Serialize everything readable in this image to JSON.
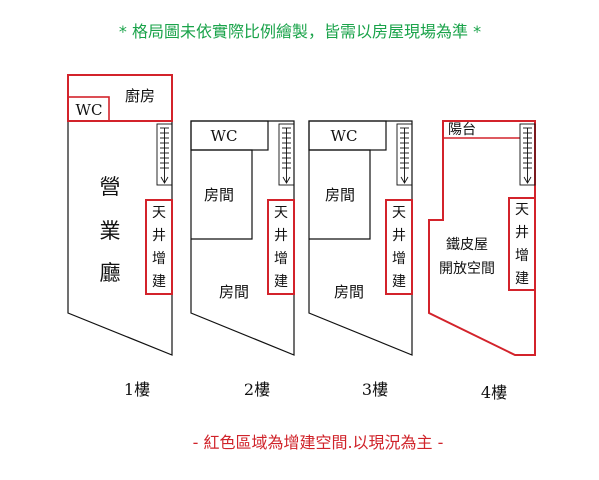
{
  "top_note": "* 格局圖未依實際比例繪製，皆需以房屋現場為準 *",
  "bottom_note": "- 紅色區域為增建空間.以現況為主 -",
  "colors": {
    "note_green": "#1aa34a",
    "note_red": "#d0232a",
    "added_space": "#d3232b",
    "wall": "#111111"
  },
  "floors": [
    {
      "label": "1樓",
      "rooms": {
        "kitchen": "廚房",
        "wc": "WC",
        "hall": [
          "營",
          "業",
          "廳"
        ],
        "skylight": [
          "天",
          "井",
          "增",
          "建"
        ]
      }
    },
    {
      "label": "2樓",
      "rooms": {
        "wc": "WC",
        "room_a": "房間",
        "room_b": "房間",
        "skylight": [
          "天",
          "井",
          "增",
          "建"
        ]
      }
    },
    {
      "label": "3樓",
      "rooms": {
        "wc": "WC",
        "room_a": "房間",
        "room_b": "房間",
        "skylight": [
          "天",
          "井",
          "增",
          "建"
        ]
      }
    },
    {
      "label": "4樓",
      "rooms": {
        "balcony": "陽台",
        "iron_title": "鐵皮屋",
        "iron_sub": "開放空間",
        "skylight": [
          "天",
          "井",
          "增",
          "建"
        ]
      }
    }
  ]
}
